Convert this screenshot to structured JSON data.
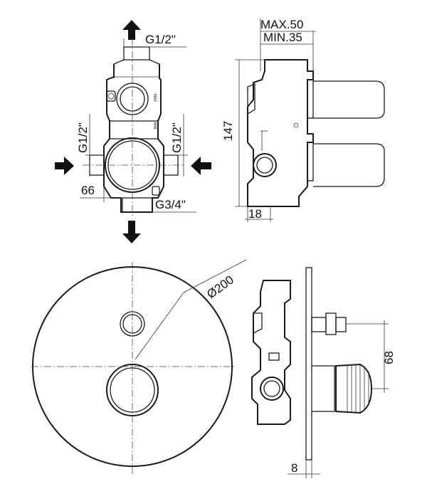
{
  "top_left_view": {
    "label_inlet_top": "G1/2\"",
    "label_inlet_left": "G1/2\"",
    "label_inlet_right": "G1/2\"",
    "label_outlet": "G3/4\"",
    "label_offset": "66",
    "stamp_max": "MAX",
    "stamp_min": "MIN"
  },
  "top_right_view": {
    "label_max_depth": "MAX.50",
    "label_min_depth": "MIN.35",
    "label_height": "147",
    "label_base": "18"
  },
  "bottom_left_view": {
    "label_diameter": "Ø200"
  },
  "bottom_right_view": {
    "label_spacing": "68",
    "label_plate": "8"
  }
}
